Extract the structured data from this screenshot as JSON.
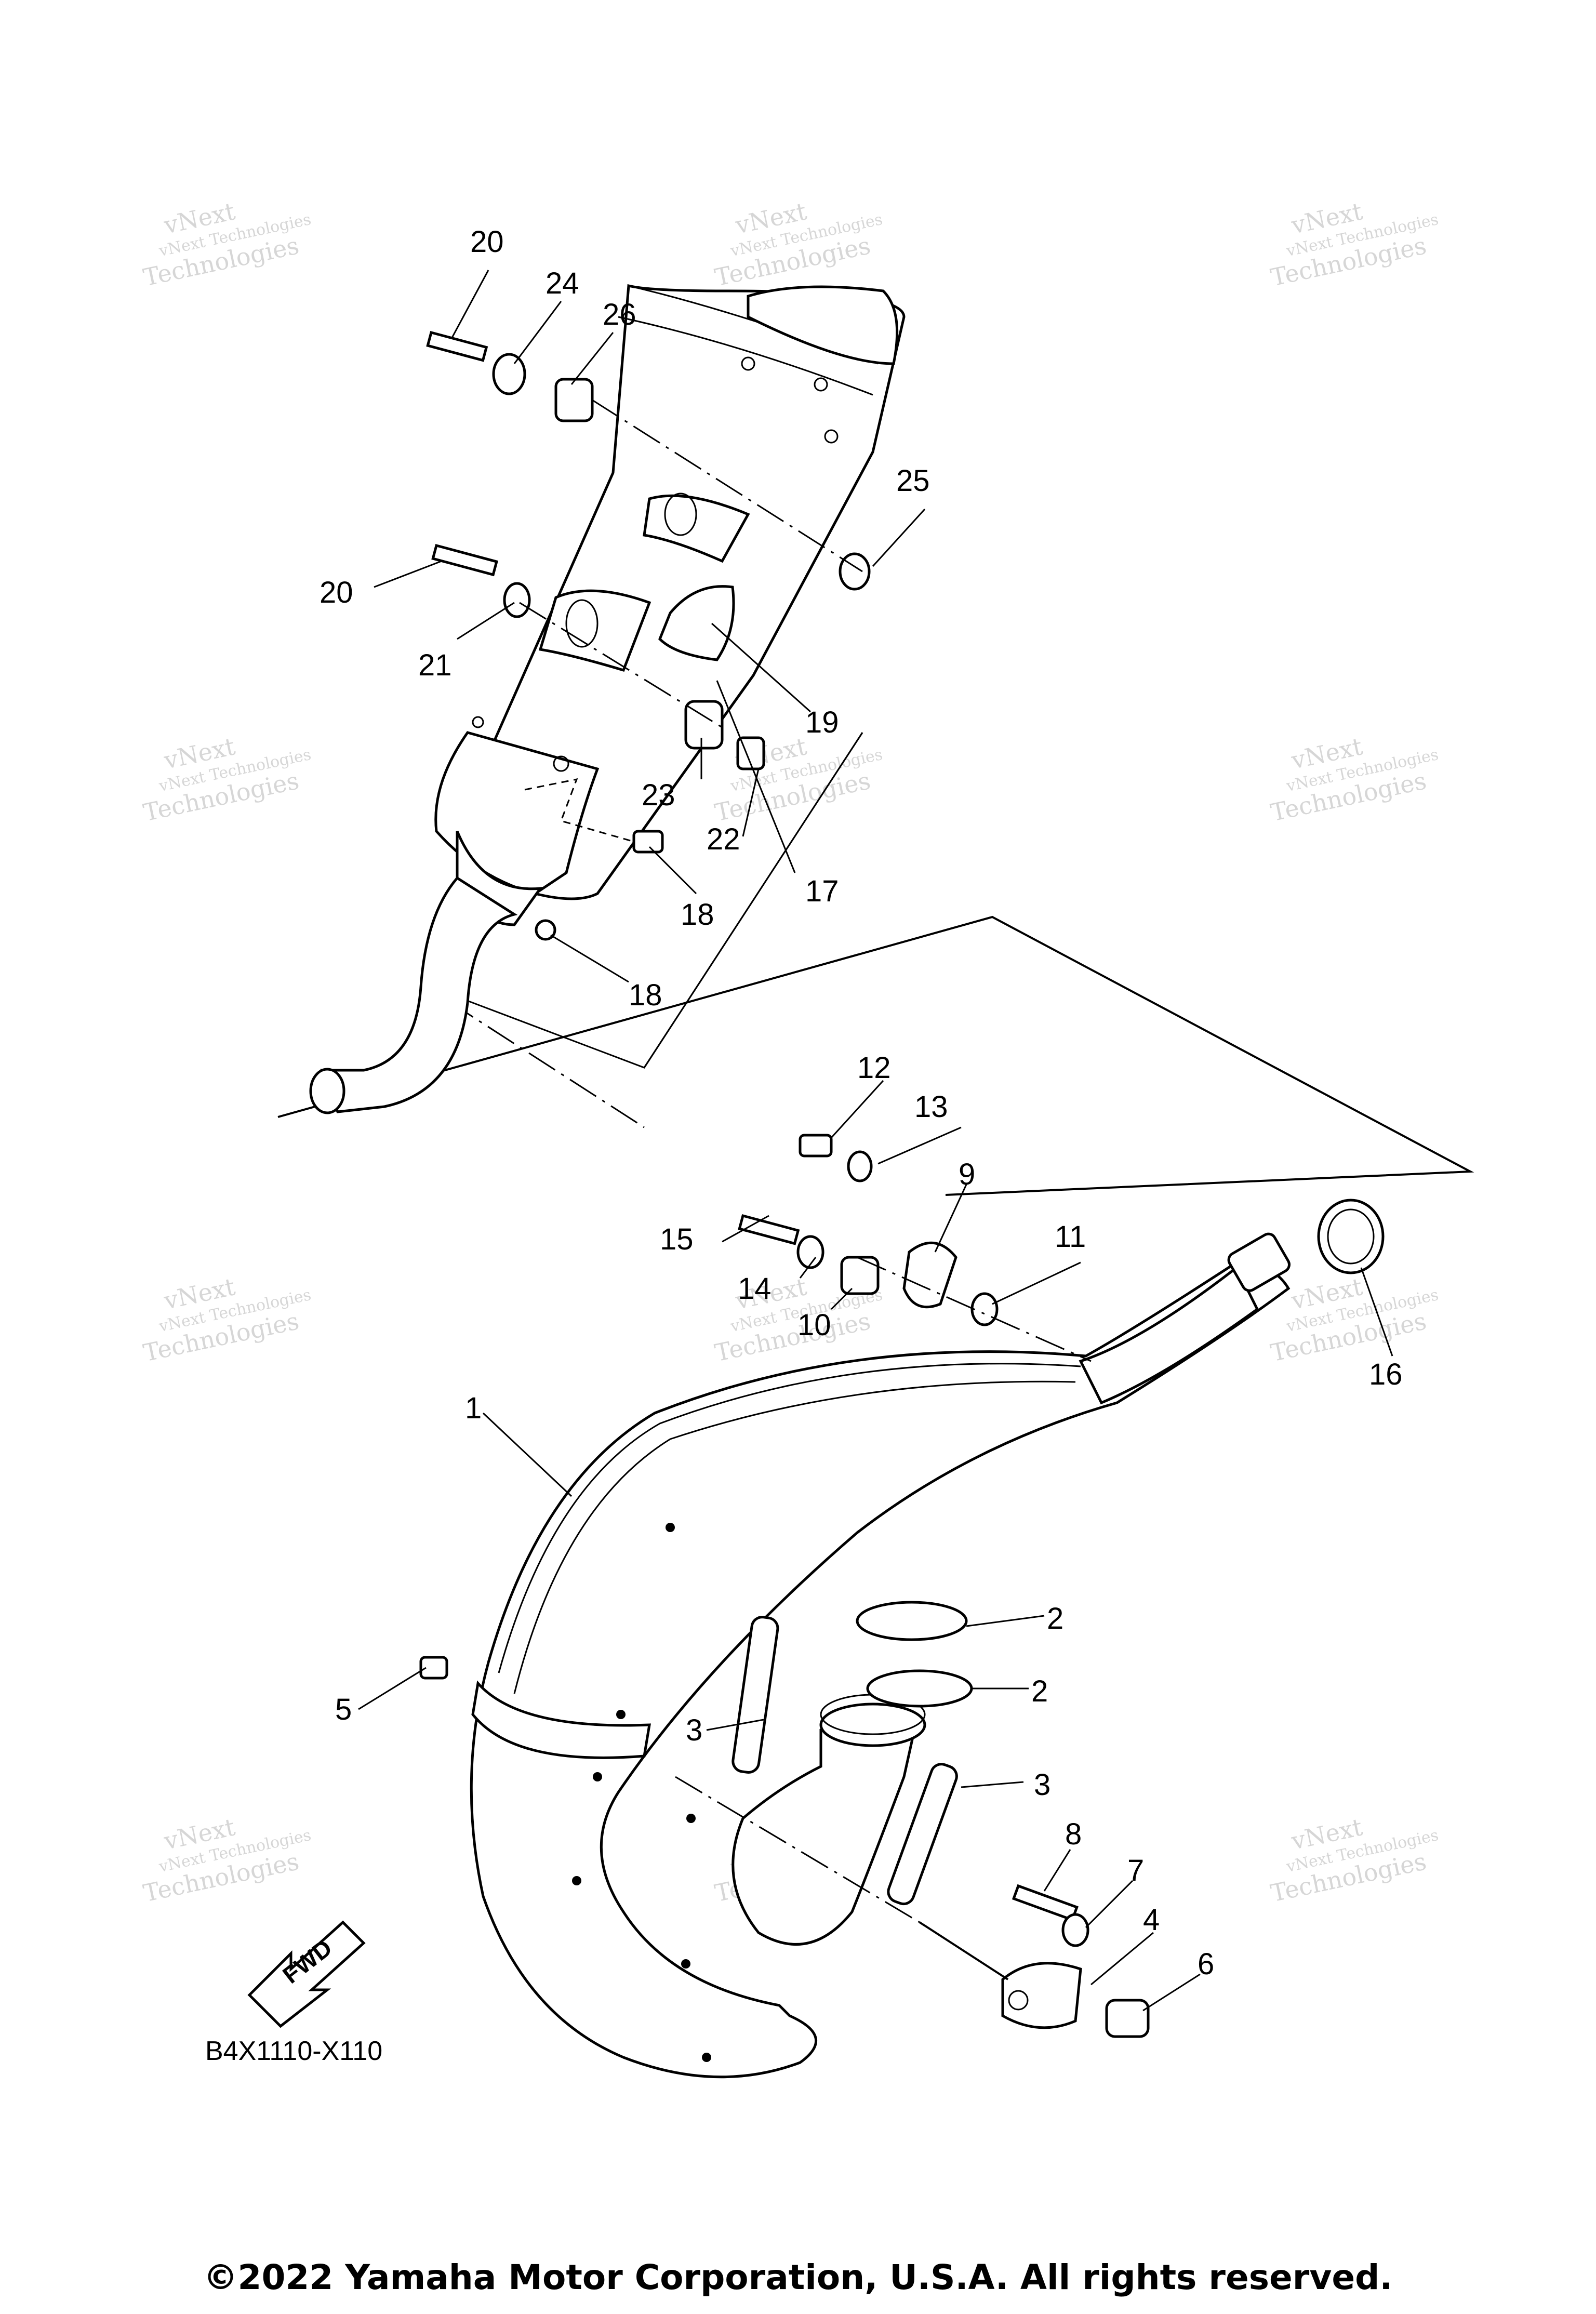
{
  "diagram": {
    "callouts": [
      "1",
      "2",
      "2",
      "3",
      "3",
      "4",
      "5",
      "6",
      "7",
      "8",
      "9",
      "10",
      "11",
      "12",
      "13",
      "14",
      "15",
      "16",
      "17",
      "18",
      "18",
      "19",
      "20",
      "20",
      "21",
      "22",
      "23",
      "24",
      "25",
      "26"
    ],
    "fwd_label": "FWD",
    "diagram_code": "B4X1110-X110",
    "watermark_line1": "vNext Technologies",
    "watermark_line2": "Technologies",
    "watermark_big": "vNext"
  },
  "footer": {
    "copyright": "©2022 Yamaha Motor Corporation, U.S.A. All rights reserved."
  }
}
